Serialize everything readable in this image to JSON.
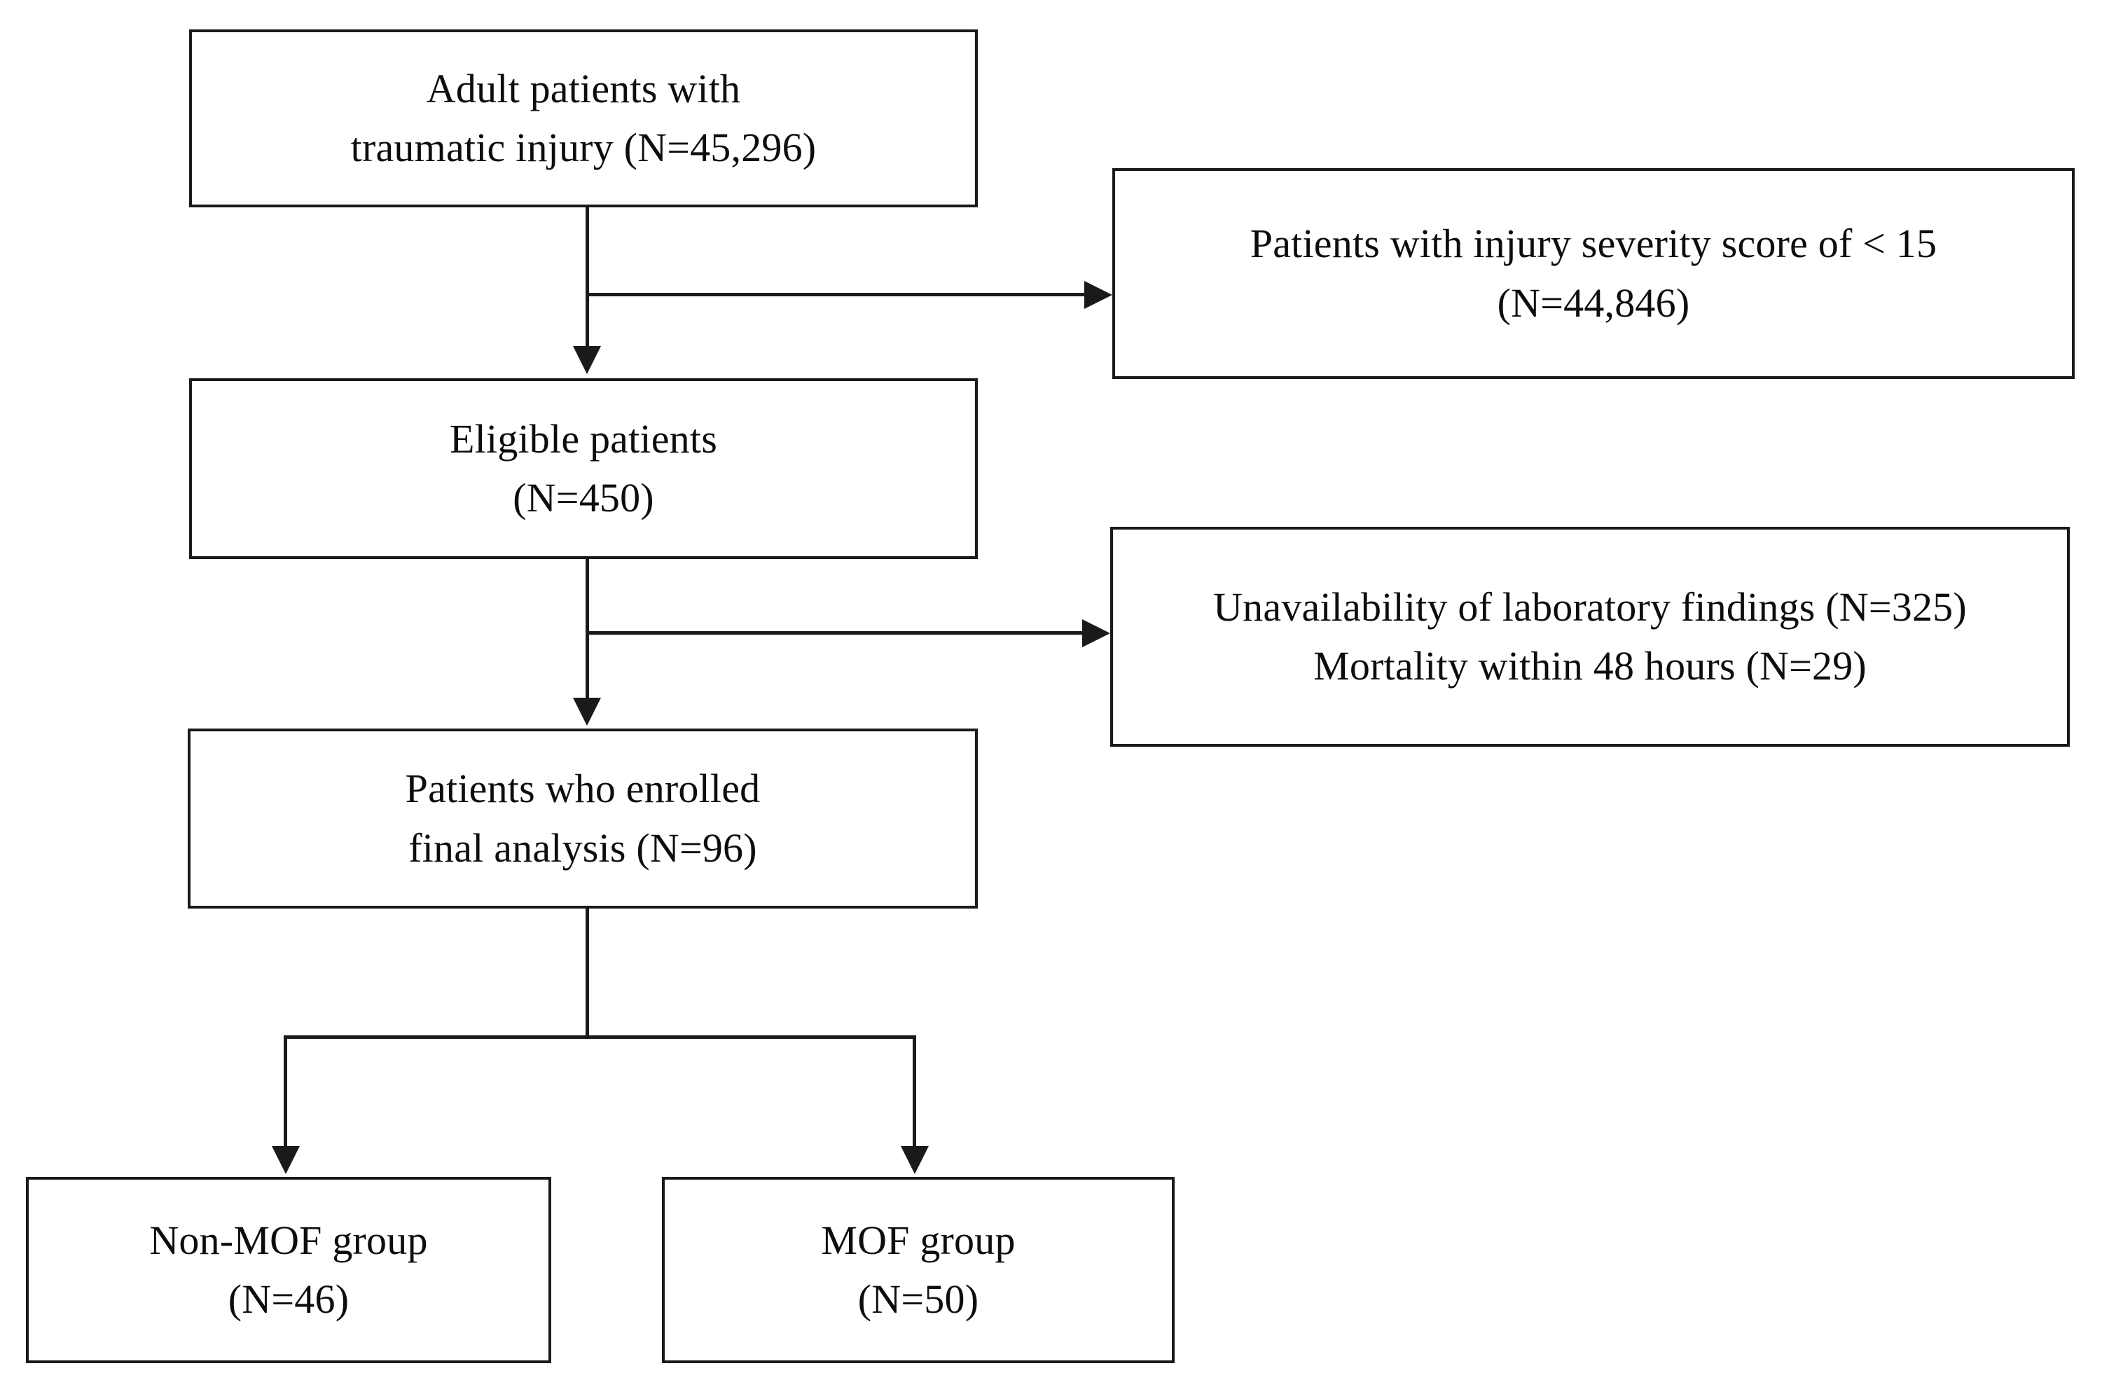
{
  "figure": {
    "type": "study-flow-diagram",
    "orientation": "top-to-bottom",
    "background_color": "#ffffff",
    "line_color": "#1a1a1a",
    "text_color": "#0d0d0d"
  },
  "nodes": {
    "screened": {
      "line1": "Adult patients with",
      "line2": "traumatic injury (N=45,296)",
      "count": 45296
    },
    "eligible": {
      "line1": "Eligible patients",
      "line2": "(N=450)",
      "count": 450
    },
    "enrolled": {
      "line1": "Patients who enrolled",
      "line2": "final analysis (N=96)",
      "count": 96
    },
    "excluded_1": {
      "line1": "Patients with injury severity score of < 15",
      "line2": "(N=44,846)",
      "count": 44846
    },
    "excluded_2": {
      "line1": "Unavailability of laboratory findings (N=325)",
      "line2": "Mortality within 48 hours (N=29)",
      "count_lab": 325,
      "count_mortality": 29
    },
    "non_mof": {
      "line1": "Non-MOF group",
      "line2": "(N=46)",
      "count": 46
    },
    "mof": {
      "line1": "MOF group",
      "line2": "(N=50)",
      "count": 50
    }
  }
}
